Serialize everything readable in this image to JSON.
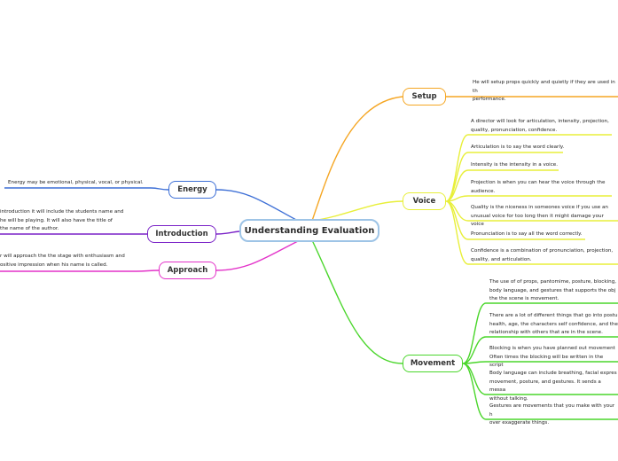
{
  "central": {
    "title": "Understanding Evaluation"
  },
  "colors": {
    "setup": "#f5a623",
    "voice": "#e8ef3a",
    "movement": "#4ad62b",
    "energy": "#3d6fd6",
    "introduction": "#7a22c7",
    "approach": "#e332c9",
    "central": "#9ec4e6"
  },
  "branches": {
    "setup": {
      "label": "Setup",
      "notes": [
        "He will setup props quickly and quietly if they are used in th\nperformance."
      ]
    },
    "voice": {
      "label": "Voice",
      "notes": [
        "A director will look for articulation, intensity, projection,\nquality, pronunciation, confidence.",
        "Articulation is to say the word clearly.",
        "Intensity is the intensity in a voice.",
        "Projection is when you can hear the voice through the\naudience.",
        "Quality is the niceness in someones voice if you use an\nunusual voice for too long then it might damage your voice",
        "Pronunciation is to say all the word correctly.",
        "Confidence  is a combination of pronunciation, projection,\nquality, and articulation."
      ]
    },
    "movement": {
      "label": "Movement",
      "notes": [
        "The use of of props, pantomime, posture, blocking,\nbody language, and gestures that supports the obj\nthe the scene is movement.",
        "There are a lot of different things that go into postu\nhealth, age, the characters self confidence, and the\nrelationship with others that are in the scene.",
        "Blocking is when you have planned out movement\nOften times the blocking will be written in the script",
        "Body language can include breathing, facial expres\nmovement, posture, and gestures. It sends a messa\nwithout talking.",
        "Gestures are movements that you make with your h\nover exaggerate things."
      ]
    },
    "energy": {
      "label": "Energy",
      "notes": [
        "Energy may be emotional, physical, vocal, or physical."
      ]
    },
    "introduction": {
      "label": "Introduction",
      "notes": [
        "introduction it will include the students name and\nhe will be playing. It will also have the title of\nthe name of the author."
      ]
    },
    "approach": {
      "label": "Approach",
      "notes": [
        "r will approach the the stage with enthusiasm and\nositive impression when his name is called."
      ]
    }
  }
}
